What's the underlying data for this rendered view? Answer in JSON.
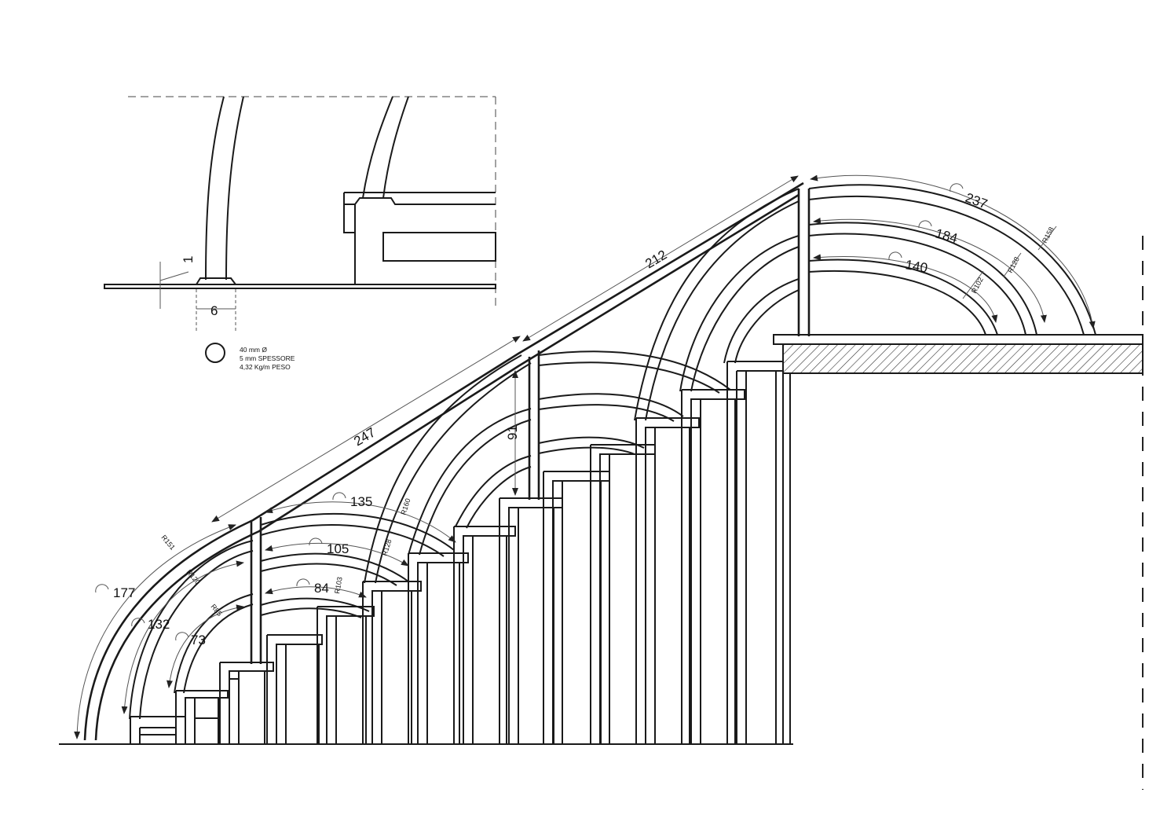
{
  "detail": {
    "thickness_dim": "1",
    "width_dim": "6",
    "spec_diameter": "40 mm Ø",
    "spec_thickness": "5 mm SPESSORE",
    "spec_weight": "4,32 Kg/m PESO"
  },
  "dimensions": {
    "arc_lengths": {
      "a237": "237",
      "a184": "184",
      "a140": "140",
      "a177": "177",
      "a132": "132",
      "a73": "73",
      "a135": "135",
      "a105": "105",
      "a84": "84"
    },
    "radii": {
      "r158": "R158",
      "r128_top": "R128",
      "r102": "R102",
      "r151": "R151",
      "r120": "R120",
      "r85": "R85",
      "r160": "R160",
      "r128_mid": "R128",
      "r103": "R103"
    },
    "linear": {
      "d212": "212",
      "d247": "247",
      "d91": "91"
    }
  }
}
